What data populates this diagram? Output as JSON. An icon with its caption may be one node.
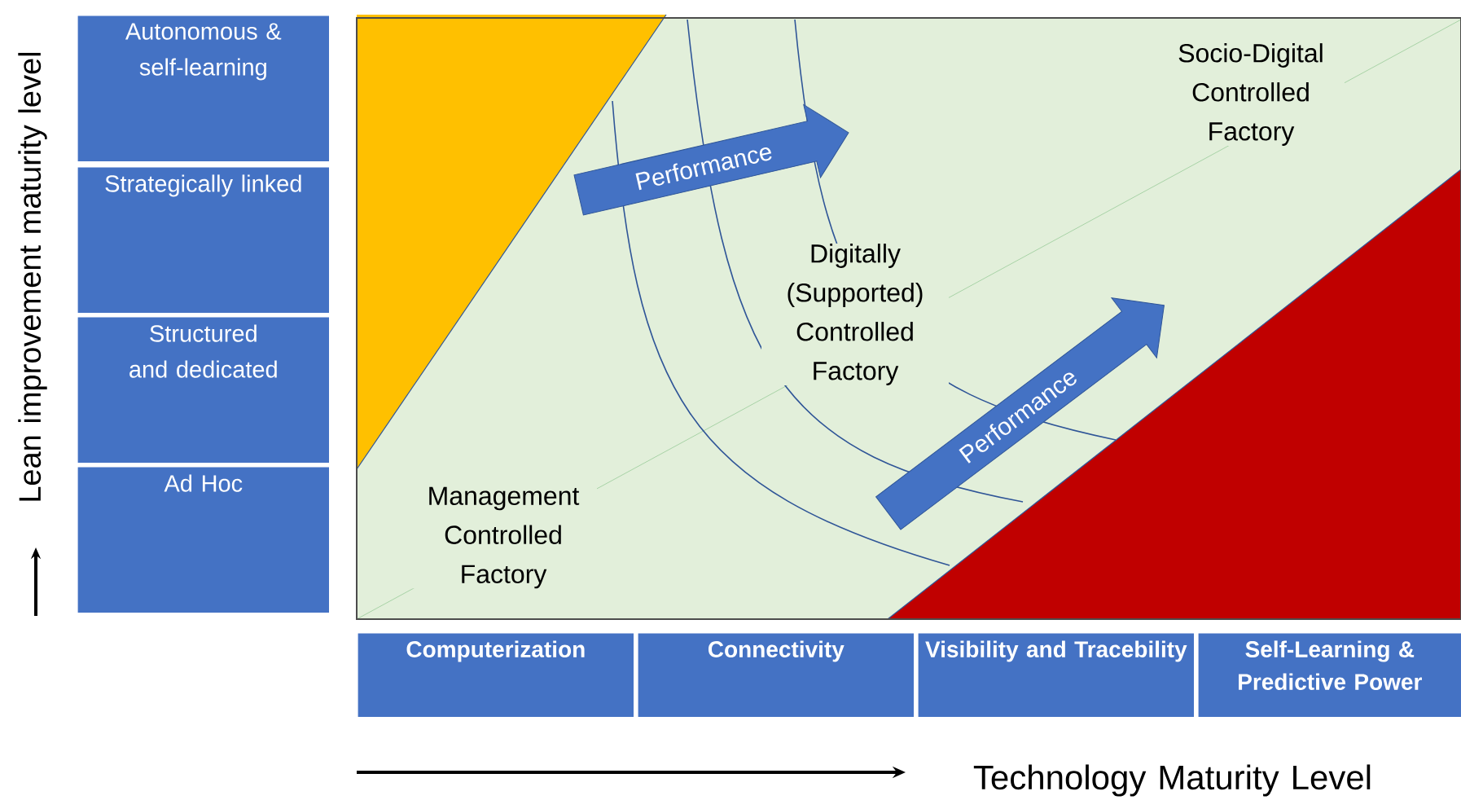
{
  "diagram": {
    "nodes": [
      {
        "text": [
          "Autonomous & self-learning"
        ]
      },
      {
        "text": [
          "Strategically linked"
        ]
      },
      {
        "text": [
          "Structured and dedicated"
        ]
      },
      {
        "text": [
          "Ad Hoc"
        ]
      },
      {
        "text": [
          "Computerization"
        ]
      },
      {
        "text": [
          "Connectivity"
        ]
      },
      {
        "text": [
          "Visibility and Tracebility"
        ]
      },
      {
        "text": [
          "Self-Learning & Predictive Power"
        ]
      },
      {
        "text": [
          "Performance"
        ]
      },
      {
        "text": [
          "Performance"
        ]
      }
    ],
    "labels": [
      "Socio-Digital Controlled Factory",
      "Digitally (Supported) Controlled Factory",
      "Management Controlled Factory",
      "Lean improvement maturity level",
      "Technology Maturity Level"
    ]
  }
}
